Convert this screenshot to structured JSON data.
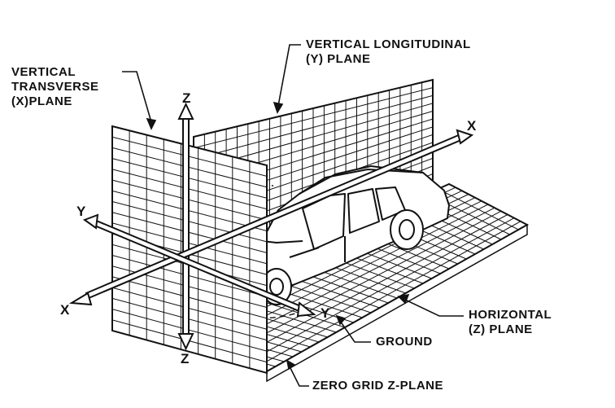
{
  "labels": {
    "vertical_transverse": [
      "VERTICAL",
      "TRANSVERSE",
      "(X)PLANE"
    ],
    "vertical_longitudinal": [
      "VERTICAL LONGITUDINAL",
      "(Y) PLANE"
    ],
    "horizontal": [
      "HORIZONTAL",
      "(Z) PLANE"
    ],
    "ground": "GROUND",
    "zero_grid": "ZERO GRID Z-PLANE"
  },
  "axes": {
    "z_top": "Z",
    "z_bottom": "Z",
    "x_right": "X",
    "x_left": "X",
    "y_left": "Y",
    "y_right": "Y"
  },
  "colors": {
    "ink": "#111111",
    "paper": "#ffffff"
  }
}
